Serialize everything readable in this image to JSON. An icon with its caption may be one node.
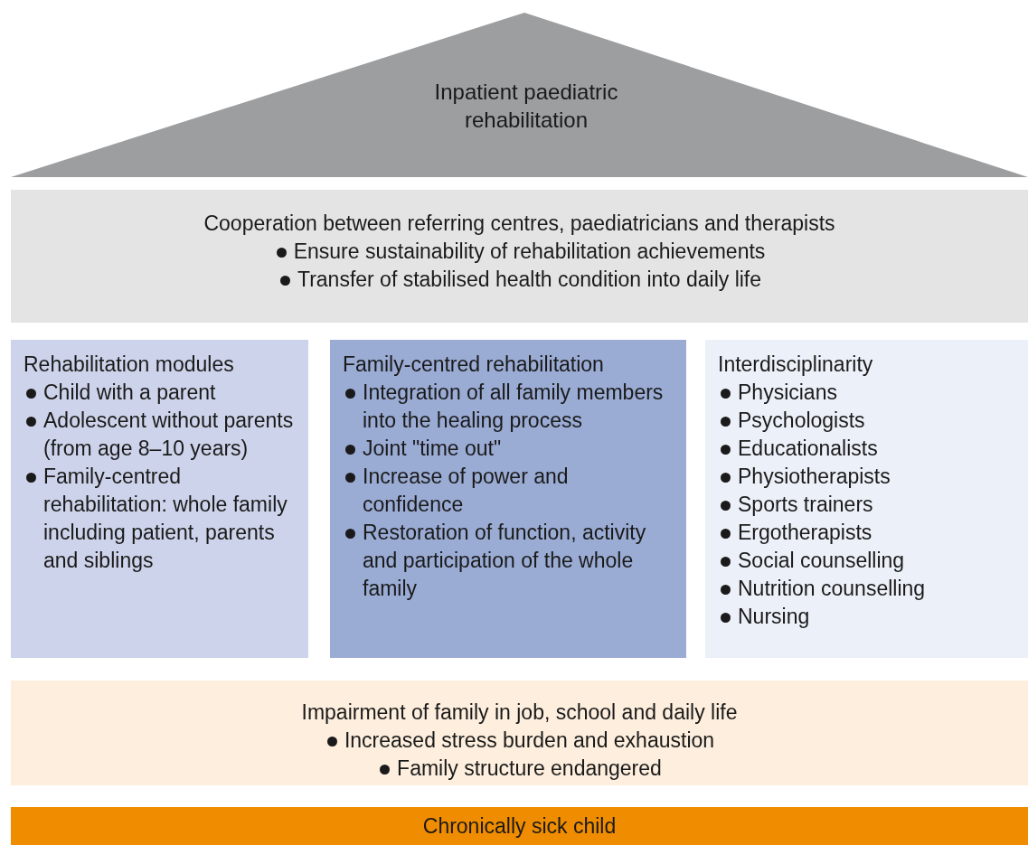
{
  "diagram": {
    "nodes": [
      {
        "text": [
          "Inpatient paediatric rehabilitation"
        ]
      },
      {
        "text": [
          "Cooperation between referring centres, paediatricians and therapists",
          "Ensure sustainability of rehabilitation achievements",
          "Transfer of stabilised health condition into daily life"
        ]
      },
      {
        "text": [
          "Rehabilitation modules",
          "Child with a parent",
          "Adolescent without parents (from age 8–10 years)",
          "Family-centred rehabilitation: whole family including patient, parents and siblings"
        ]
      },
      {
        "text": [
          "Family-centred rehabilitation",
          "Integration of all family members into the healing process",
          "Joint \"time out\"",
          "Increase of power and confidence",
          "Restoration of function, activity and participation of the whole family"
        ]
      },
      {
        "text": [
          "Interdisciplinarity",
          "Physicians",
          "Psychologists",
          "Educationalists",
          "Physiotherapists",
          "Sports trainers",
          "Ergotherapists",
          "Social counselling",
          "Nutrition counselling",
          "Nursing"
        ]
      },
      {
        "text": [
          "Impairment of family in job, school and daily life",
          "Increased stress burden and exhaustion",
          "Family structure endangered"
        ]
      },
      {
        "text": [
          "Chronically sick child"
        ]
      }
    ]
  }
}
